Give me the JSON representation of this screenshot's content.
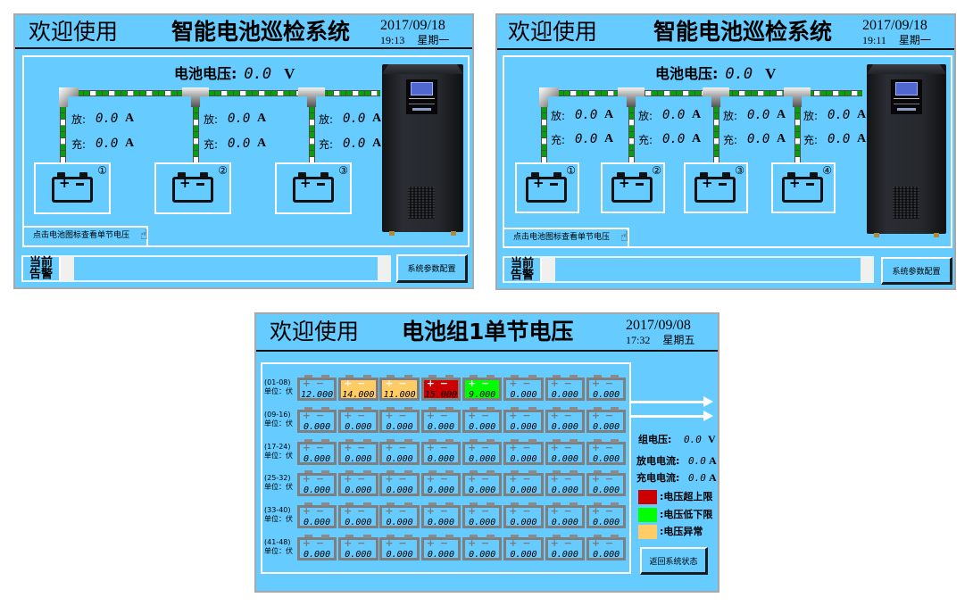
{
  "overview_panels": [
    {
      "header": {
        "welcome": "欢迎使用",
        "title": "智能电池巡检系统",
        "date": "2017/09/18",
        "time": "19:13",
        "weekday": "星期一"
      },
      "battery_voltage": {
        "label": "电池电压:",
        "value": "0.0",
        "unit": "V"
      },
      "strings": [
        {
          "number": "①",
          "discharge": {
            "label": "放:",
            "value": "0.0",
            "unit": "A"
          },
          "charge": {
            "label": "充:",
            "value": "0.0",
            "unit": "A"
          }
        },
        {
          "number": "②",
          "discharge": {
            "label": "放:",
            "value": "0.0",
            "unit": "A"
          },
          "charge": {
            "label": "充:",
            "value": "0.0",
            "unit": "A"
          }
        },
        {
          "number": "③",
          "discharge": {
            "label": "放:",
            "value": "0.0",
            "unit": "A"
          },
          "charge": {
            "label": "充:",
            "value": "0.0",
            "unit": "A"
          }
        }
      ],
      "hint": {
        "text": "点击电池图标查看单节电压",
        "icon": "pointing-hand-icon"
      },
      "alarm": {
        "label_line1": "当前",
        "label_line2": "告警",
        "message": ""
      },
      "config_button": "系统参数配置"
    },
    {
      "header": {
        "welcome": "欢迎使用",
        "title": "智能电池巡检系统",
        "date": "2017/09/18",
        "time": "19:11",
        "weekday": "星期一"
      },
      "battery_voltage": {
        "label": "电池电压:",
        "value": "0.0",
        "unit": "V"
      },
      "strings": [
        {
          "number": "①",
          "discharge": {
            "label": "放:",
            "value": "0.0",
            "unit": "A"
          },
          "charge": {
            "label": "充:",
            "value": "0.0",
            "unit": "A"
          }
        },
        {
          "number": "②",
          "discharge": {
            "label": "放:",
            "value": "0.0",
            "unit": "A"
          },
          "charge": {
            "label": "充:",
            "value": "0.0",
            "unit": "A"
          }
        },
        {
          "number": "③",
          "discharge": {
            "label": "放:",
            "value": "0.0",
            "unit": "A"
          },
          "charge": {
            "label": "充:",
            "value": "0.0",
            "unit": "A"
          }
        },
        {
          "number": "④",
          "discharge": {
            "label": "放:",
            "value": "0.0",
            "unit": "A"
          },
          "charge": {
            "label": "充:",
            "value": "0.0",
            "unit": "A"
          }
        }
      ],
      "hint": {
        "text": "点击电池图标查看单节电压",
        "icon": "pointing-hand-icon"
      },
      "alarm": {
        "label_line1": "当前",
        "label_line2": "告警",
        "message": ""
      },
      "config_button": "系统参数配置"
    }
  ],
  "detail_panel": {
    "header": {
      "welcome": "欢迎使用",
      "title": "电池组1单节电压",
      "date": "2017/09/08",
      "time": "17:32",
      "weekday": "星期五"
    },
    "unit_label": "单位：伏",
    "rows": [
      {
        "range": "(01-08)",
        "cells": [
          {
            "value": "12.000",
            "status": "normal"
          },
          {
            "value": "14.000",
            "status": "abnormal"
          },
          {
            "value": "11.000",
            "status": "abnormal"
          },
          {
            "value": "15.000",
            "status": "high"
          },
          {
            "value": "9.000",
            "status": "low"
          },
          {
            "value": "0.000",
            "status": "normal"
          },
          {
            "value": "0.000",
            "status": "normal"
          },
          {
            "value": "0.000",
            "status": "normal"
          }
        ]
      },
      {
        "range": "(09-16)",
        "cells": [
          {
            "value": "0.000",
            "status": "normal"
          },
          {
            "value": "0.000",
            "status": "normal"
          },
          {
            "value": "0.000",
            "status": "normal"
          },
          {
            "value": "0.000",
            "status": "normal"
          },
          {
            "value": "0.000",
            "status": "normal"
          },
          {
            "value": "0.000",
            "status": "normal"
          },
          {
            "value": "0.000",
            "status": "normal"
          },
          {
            "value": "0.000",
            "status": "normal"
          }
        ]
      },
      {
        "range": "(17-24)",
        "cells": [
          {
            "value": "0.000",
            "status": "normal"
          },
          {
            "value": "0.000",
            "status": "normal"
          },
          {
            "value": "0.000",
            "status": "normal"
          },
          {
            "value": "0.000",
            "status": "normal"
          },
          {
            "value": "0.000",
            "status": "normal"
          },
          {
            "value": "0.000",
            "status": "normal"
          },
          {
            "value": "0.000",
            "status": "normal"
          },
          {
            "value": "0.000",
            "status": "normal"
          }
        ]
      },
      {
        "range": "(25-32)",
        "cells": [
          {
            "value": "0.000",
            "status": "normal"
          },
          {
            "value": "0.000",
            "status": "normal"
          },
          {
            "value": "0.000",
            "status": "normal"
          },
          {
            "value": "0.000",
            "status": "normal"
          },
          {
            "value": "0.000",
            "status": "normal"
          },
          {
            "value": "0.000",
            "status": "normal"
          },
          {
            "value": "0.000",
            "status": "normal"
          },
          {
            "value": "0.000",
            "status": "normal"
          }
        ]
      },
      {
        "range": "(33-40)",
        "cells": [
          {
            "value": "0.000",
            "status": "normal"
          },
          {
            "value": "0.000",
            "status": "normal"
          },
          {
            "value": "0.000",
            "status": "normal"
          },
          {
            "value": "0.000",
            "status": "normal"
          },
          {
            "value": "0.000",
            "status": "normal"
          },
          {
            "value": "0.000",
            "status": "normal"
          },
          {
            "value": "0.000",
            "status": "normal"
          },
          {
            "value": "0.000",
            "status": "normal"
          }
        ]
      },
      {
        "range": "(41-48)",
        "cells": [
          {
            "value": "0.000",
            "status": "normal"
          },
          {
            "value": "0.000",
            "status": "normal"
          },
          {
            "value": "0.000",
            "status": "normal"
          },
          {
            "value": "0.000",
            "status": "normal"
          },
          {
            "value": "0.000",
            "status": "normal"
          },
          {
            "value": "0.000",
            "status": "normal"
          },
          {
            "value": "0.000",
            "status": "normal"
          },
          {
            "value": "0.000",
            "status": "normal"
          }
        ]
      }
    ],
    "summary": {
      "group_voltage": {
        "label": "组电压:",
        "value": "0.0",
        "unit": "V"
      },
      "discharge_current": {
        "label": "放电电流:",
        "value": "0.0",
        "unit": "A"
      },
      "charge_current": {
        "label": "充电电流:",
        "value": "0.0",
        "unit": "A"
      }
    },
    "legend": [
      {
        "status": "high",
        "color": "#CC0000",
        "label": ":电压超上限"
      },
      {
        "status": "low",
        "color": "#00FF00",
        "label": ":电压低下限"
      },
      {
        "status": "abnormal",
        "color": "#FFCC66",
        "label": ":电压异常"
      }
    ],
    "back_button": "返回系统状态"
  },
  "colors": {
    "screen_background": "#66CCFF",
    "pipe_green": "#0B9E0B",
    "frame_gray": "#A8A8A8",
    "box_border": "#FFFFFF",
    "cell_border": "#7F7F7F"
  }
}
